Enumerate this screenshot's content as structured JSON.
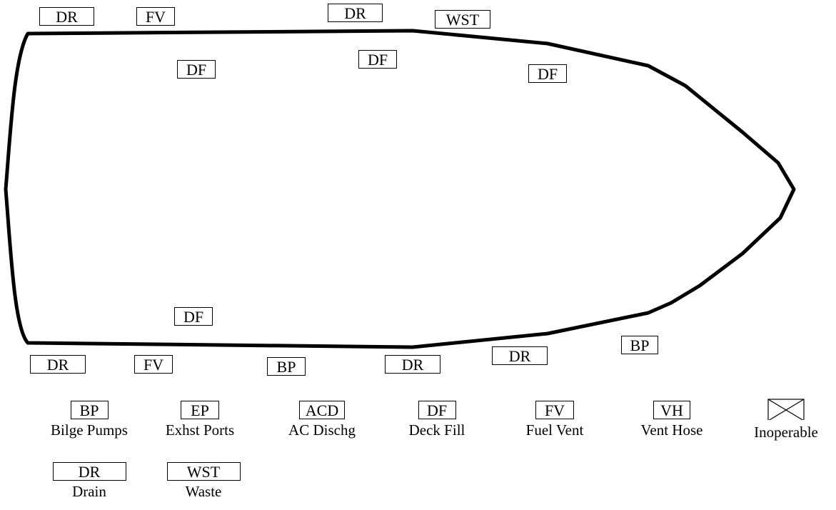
{
  "hull_tags": {
    "top_dr_left": "DR",
    "top_fv": "FV",
    "top_dr_mid": "DR",
    "top_wst": "WST",
    "df_1": "DF",
    "df_2": "DF",
    "df_3": "DF",
    "df_bottom": "DF",
    "bottom_dr_1": "DR",
    "bottom_fv": "FV",
    "bottom_bp_1": "BP",
    "bottom_dr_2": "DR",
    "bottom_dr_3": "DR",
    "bottom_bp_2": "BP"
  },
  "legend": {
    "bp": {
      "code": "BP",
      "label": "Bilge Pumps"
    },
    "ep": {
      "code": "EP",
      "label": "Exhst Ports"
    },
    "acd": {
      "code": "ACD",
      "label": "AC Dischg"
    },
    "df": {
      "code": "DF",
      "label": "Deck Fill"
    },
    "fv": {
      "code": "FV",
      "label": "Fuel Vent"
    },
    "vh": {
      "code": "VH",
      "label": "Vent Hose"
    },
    "inoperable": {
      "label": "Inoperable"
    },
    "dr": {
      "code": "DR",
      "label": "Drain"
    },
    "wst": {
      "code": "WST",
      "label": "Waste"
    }
  }
}
